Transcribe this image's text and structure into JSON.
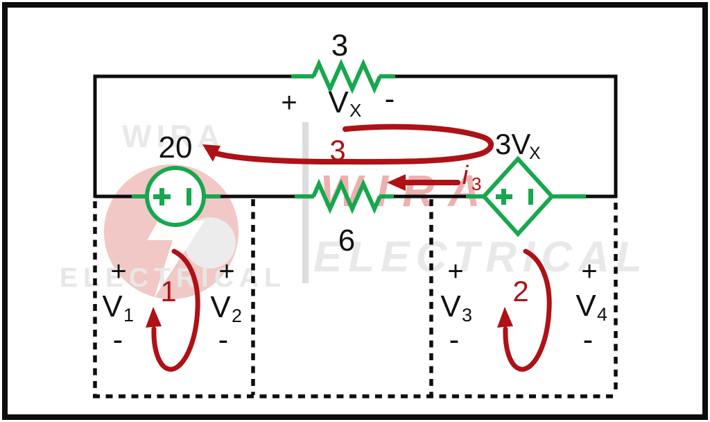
{
  "colors": {
    "bg": "#ffffff",
    "ink": "#111111",
    "wire": "#0d0d0d",
    "green": "#17a74e",
    "red": "#ae1116",
    "wm_gray": "#e9e9e9",
    "wm_gray_dark": "#dcdcdc",
    "wm_red": "#d2483f"
  },
  "watermarks": {
    "wira_top": "WIRA",
    "wira_center": "WIRA",
    "electrical_left": "ELECTRICAL",
    "electrical_center": "ELECTRICAL"
  },
  "components": {
    "top_resistor": {
      "value": "3"
    },
    "vx_label": {
      "plus": "+",
      "base": "V",
      "sub": "X",
      "minus": "-"
    },
    "voltage_source": {
      "value": "20"
    },
    "mid_resistor": {
      "value": "6"
    },
    "dependent_source": {
      "base": "3V",
      "sub": "X"
    }
  },
  "currents": {
    "loop_top": "3",
    "i3": {
      "base": "i",
      "sub": "3"
    },
    "loop_left": "1",
    "loop_right": "2"
  },
  "voltages": {
    "v1": {
      "plus": "+",
      "base": "V",
      "sub": "1",
      "minus": "-"
    },
    "v2": {
      "plus": "+",
      "base": "V",
      "sub": "2",
      "minus": "-"
    },
    "v3": {
      "plus": "+",
      "base": "V",
      "sub": "3",
      "minus": "-"
    },
    "v4": {
      "plus": "+",
      "base": "V",
      "sub": "4",
      "minus": "-"
    }
  }
}
